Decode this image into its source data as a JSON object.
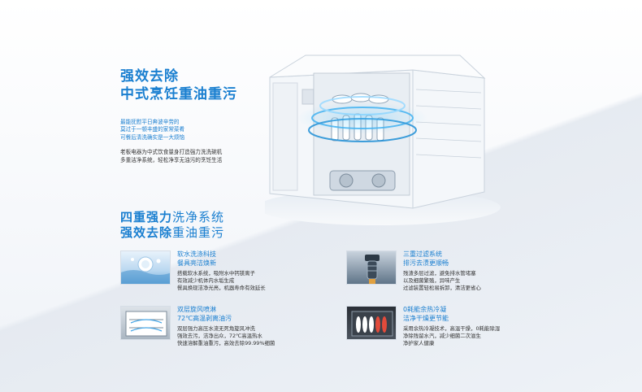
{
  "hero": {
    "title_line1": "强效去除",
    "title_line2": "中式烹饪重油重污",
    "lead_line1": "最能抚慰平日奔波辛劳的",
    "lead_line2": "莫过于一顿丰盛的家常菜肴",
    "lead_line3": "可餐后清洗确实是一大烦恼",
    "body_line1": "老板电器为中式饮食量身打造强力洗洗碗机",
    "body_line2": "多重洁净系统，轻松净享无油污的烹饪生活"
  },
  "section": {
    "line1_bold": "四重强力",
    "line1_light": "洗净系统",
    "line2_bold": "强效去除",
    "line2_light": "重油重污"
  },
  "features": [
    {
      "title_line1": "软水洗涤科技",
      "title_line2": "餐具亮洁焕新",
      "desc_line1": "搭载软水系统，吸附水中钙镁离子",
      "desc_line2": "有效减少机体内水垢生成",
      "desc_line3": "餐具焕现洁净光亮，机器寿命有效延长"
    },
    {
      "title_line1": "三重过滤系统",
      "title_line2": "排污去渍更顺畅",
      "desc_line1": "残渣多层过滤，避免排水管堵塞",
      "desc_line2": "以及细菌繁殖，异味产生",
      "desc_line3": "过滤装置轻松易拆卸，清洁更省心"
    },
    {
      "title_line1": "双层旋风喷淋",
      "title_line2": "72℃高温剥离油污",
      "desc_line1": "双层强力高压水流无死角旋风冲洗",
      "desc_line2": "强效去污，洁净出众，72℃高温热水",
      "desc_line3": "快速溶解重油重污，高效去除99.99%细菌"
    },
    {
      "title_line1": "0耗能余热冷凝",
      "title_line2": "洁净干燥更节能",
      "desc_line1": "采用余热冷凝技术，高温干燥，0耗能除湿",
      "desc_line2": "净除残留水汽，减少细菌二次滋生",
      "desc_line3": "净护家人健康"
    }
  ],
  "colors": {
    "accent": "#1a7fd0",
    "text": "#333333"
  }
}
